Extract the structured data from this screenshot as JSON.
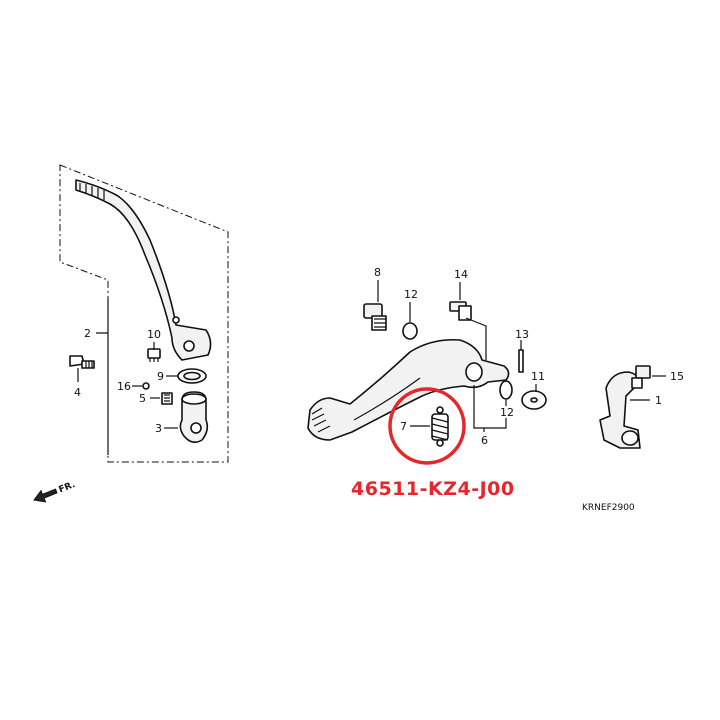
{
  "callouts": {
    "c1": "1",
    "c2": "2",
    "c3": "3",
    "c4": "4",
    "c5": "5",
    "c6": "6",
    "c7": "7",
    "c8": "8",
    "c9": "9",
    "c10": "10",
    "c11": "11",
    "c12a": "12",
    "c12b": "12",
    "c13": "13",
    "c14": "14",
    "c15": "15",
    "c16": "16"
  },
  "highlight": {
    "part_number": "46511-KZ4-J00",
    "color": "#e5262b"
  },
  "diagram_code": "KRNEF2900",
  "front_indicator": "FR."
}
